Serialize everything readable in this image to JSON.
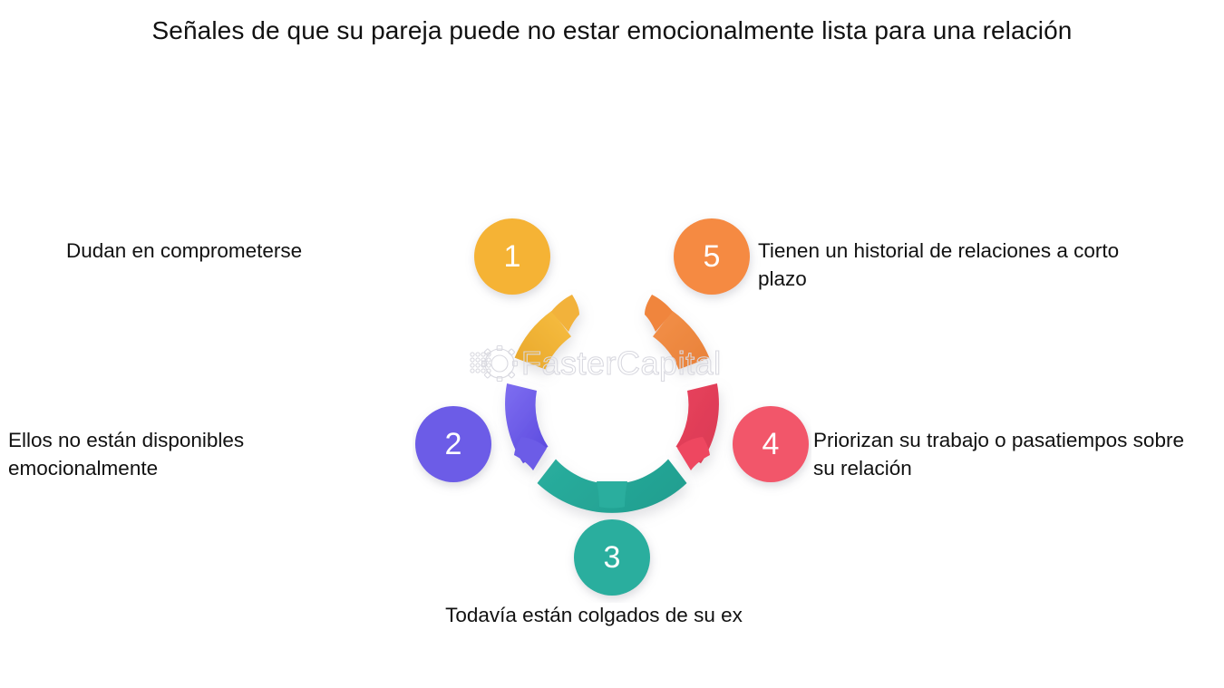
{
  "page": {
    "background_color": "#ffffff",
    "title": "Señales de que su pareja puede no estar emocionalmente lista para una relación"
  },
  "watermark": {
    "text": "FasterCapital",
    "logo_icon": "gear-icon",
    "color": "#d9d9e0"
  },
  "diagram": {
    "type": "circular-process-5-step",
    "segments": [
      {
        "number": "1",
        "label": "Dudan en comprometerse",
        "color": "#F5B335",
        "position": "top-left"
      },
      {
        "number": "2",
        "label": "Ellos no están disponibles emocionalmente",
        "color": "#6C5CE7",
        "position": "left"
      },
      {
        "number": "3",
        "label": "Todavía están colgados de su ex",
        "color": "#2AAE9E",
        "position": "bottom"
      },
      {
        "number": "4",
        "label": "Priorizan su trabajo o pasatiempos sobre su relación",
        "color": "#F2566A",
        "position": "right"
      },
      {
        "number": "5",
        "label": "Tienen un historial de relaciones a corto plazo",
        "color": "#F58A42",
        "position": "top-right"
      }
    ]
  }
}
